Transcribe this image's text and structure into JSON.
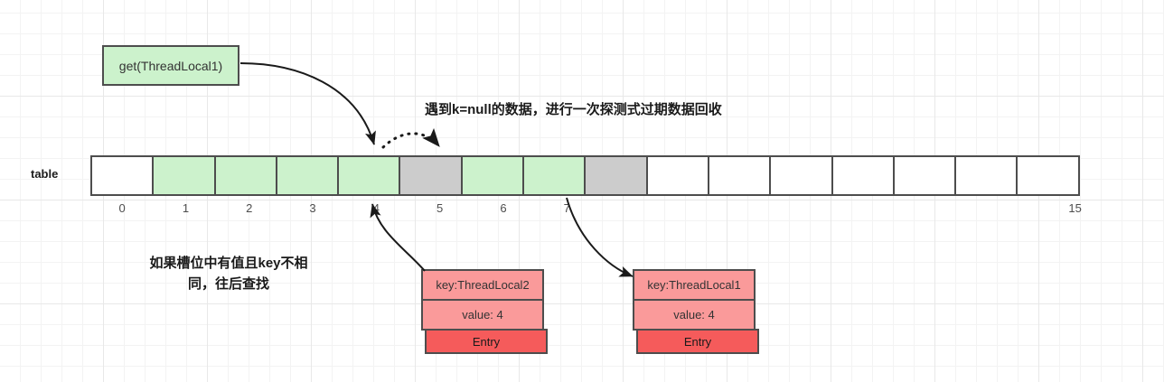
{
  "diagram": {
    "table_label": "table",
    "call_box": {
      "label": "get(ThreadLocal1)"
    },
    "notes": {
      "top": "遇到k=null的数据，进行一次探测式过期数据回收",
      "left_line1": "如果槽位中有值且key不相",
      "left_line2": "同，往后查找"
    },
    "colors": {
      "green_fill": "#ccf2cc",
      "gray_fill": "#cccccc",
      "white_fill": "#ffffff",
      "entry_fill": "#fa9a9a",
      "entry_tag_fill": "#f55b5b",
      "stroke": "#4d4d4d",
      "grid_minor": "#f3f3f3",
      "grid_major": "#e8e8e8"
    },
    "table": {
      "slot_count": 16,
      "slots": [
        {
          "index": "0",
          "state": "white"
        },
        {
          "index": "1",
          "state": "green"
        },
        {
          "index": "2",
          "state": "green"
        },
        {
          "index": "3",
          "state": "green"
        },
        {
          "index": "4",
          "state": "green"
        },
        {
          "index": "5",
          "state": "gray"
        },
        {
          "index": "6",
          "state": "green"
        },
        {
          "index": "7",
          "state": "green"
        },
        {
          "index": "",
          "state": "gray"
        },
        {
          "index": "",
          "state": "white"
        },
        {
          "index": "",
          "state": "white"
        },
        {
          "index": "",
          "state": "white"
        },
        {
          "index": "",
          "state": "white"
        },
        {
          "index": "",
          "state": "white"
        },
        {
          "index": "",
          "state": "white"
        },
        {
          "index": "15",
          "state": "white"
        }
      ]
    },
    "entries": [
      {
        "id": "entry-left",
        "key": "key:ThreadLocal2",
        "value": "value: 4",
        "tag": "Entry",
        "points_to_slot": "4"
      },
      {
        "id": "entry-right",
        "key": "key:ThreadLocal1",
        "value": "value: 4",
        "tag": "Entry",
        "points_to_slot": "7"
      }
    ],
    "arrows": [
      {
        "name": "get-to-slot4",
        "style": "solid",
        "from": "get(ThreadLocal1)",
        "to": "slot 4"
      },
      {
        "name": "slot4-to-slot5",
        "style": "dotted",
        "from": "slot 4",
        "to": "slot 5"
      },
      {
        "name": "entry2-to-slot4",
        "style": "solid",
        "from": "Entry key:ThreadLocal2",
        "to": "slot 4"
      },
      {
        "name": "slot7-to-entry1",
        "style": "solid",
        "from": "slot 7",
        "to": "Entry key:ThreadLocal1"
      }
    ]
  }
}
